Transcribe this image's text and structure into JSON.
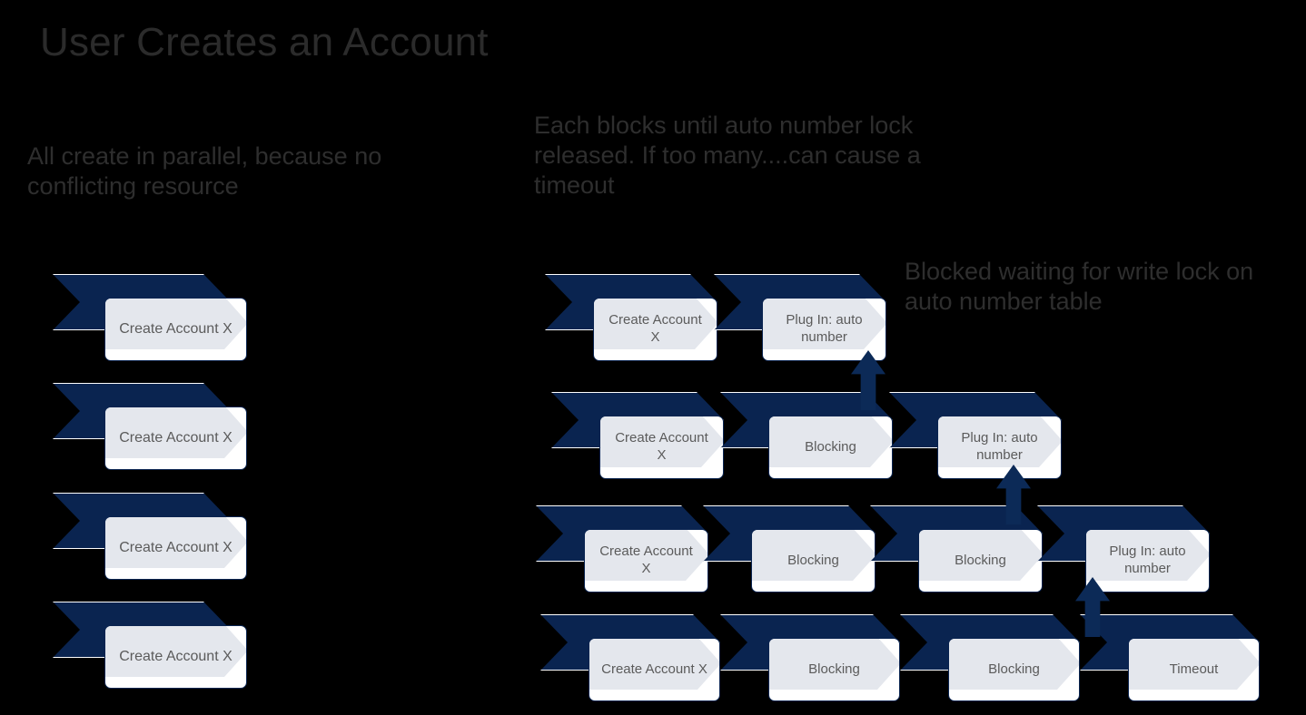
{
  "title": "User Creates an Account",
  "notes": {
    "left": "All create in parallel, because no conflicting resource",
    "middle": "Each blocks until auto number lock released. If too many....can cause a timeout",
    "right": "Blocked waiting for write lock on auto number table"
  },
  "colors": {
    "background": "#000000",
    "chevron_navy": "#0a2450",
    "card_fill": "#ffffff",
    "card_chevron_gray": "#e4e7ed",
    "card_text": "#5b5b5b",
    "note_text": "#2e2e2e",
    "arrow": "#0c2a57"
  },
  "left_flow": {
    "rows": [
      {
        "steps": [
          "Create Account X"
        ]
      },
      {
        "steps": [
          "Create Account X"
        ]
      },
      {
        "steps": [
          "Create Account X"
        ]
      },
      {
        "steps": [
          "Create Account X"
        ]
      }
    ]
  },
  "right_flow": {
    "rows": [
      {
        "steps": [
          "Create Account X",
          "Plug In: auto number"
        ]
      },
      {
        "steps": [
          "Create Account X",
          "Blocking",
          "Plug In: auto number"
        ]
      },
      {
        "steps": [
          "Create Account X",
          "Blocking",
          "Blocking",
          "Plug In: auto number"
        ]
      },
      {
        "steps": [
          "Create Account X",
          "Blocking",
          "Blocking",
          "Timeout"
        ]
      }
    ],
    "arrows": [
      {
        "name": "arrow-row2-to-row1"
      },
      {
        "name": "arrow-row3-to-row2"
      },
      {
        "name": "arrow-row4-to-row3"
      }
    ]
  }
}
